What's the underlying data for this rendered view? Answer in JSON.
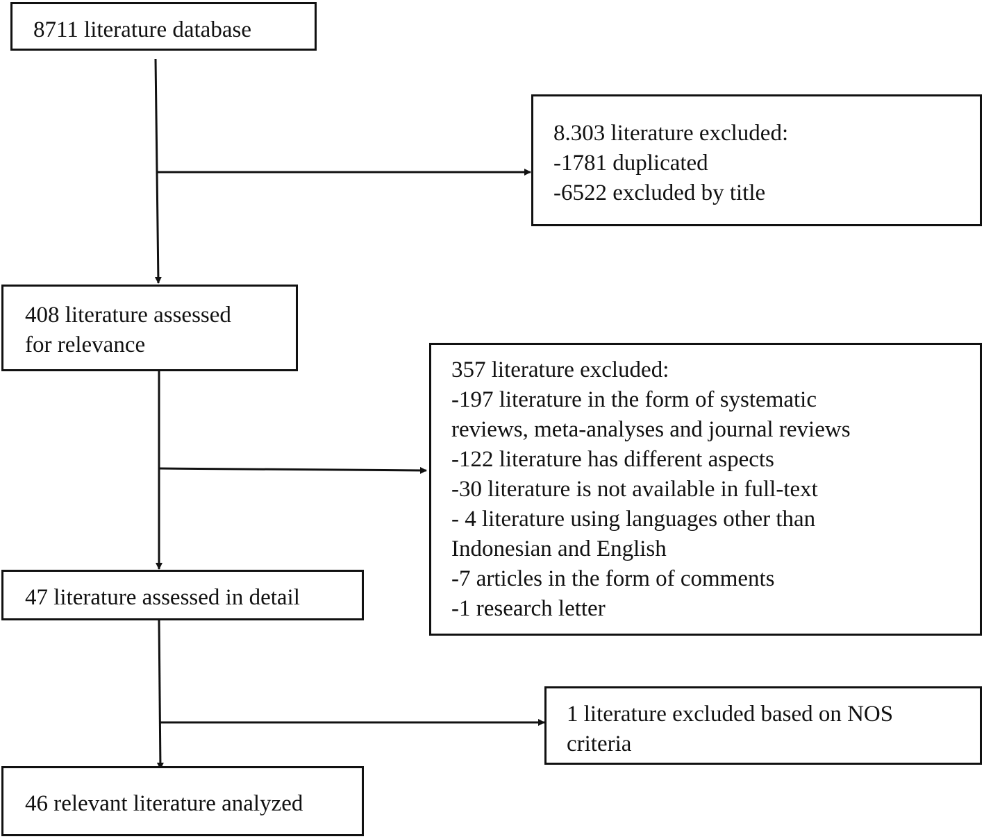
{
  "flowchart": {
    "main_steps": [
      {
        "id": "identified",
        "lines": [
          "8711 literature database"
        ]
      },
      {
        "id": "screened",
        "lines": [
          "408 literature assessed",
          "for relevance"
        ]
      },
      {
        "id": "assessed",
        "lines": [
          "47 literature assessed in detail"
        ]
      },
      {
        "id": "included",
        "lines": [
          "46 relevant literature analyzed"
        ]
      }
    ],
    "exclusions": [
      {
        "id": "excluded-1",
        "lines": [
          "8.303 literature excluded:",
          "-1781 duplicated",
          "-6522 excluded by title"
        ]
      },
      {
        "id": "excluded-2",
        "lines": [
          "357 literature excluded:",
          "-197 literature in the form of systematic",
          "reviews, meta-analyses and journal reviews",
          "-122 literature has different aspects",
          "-30 literature is not available in full-text",
          "- 4 literature using languages other than",
          "Indonesian and English",
          "-7 articles in the form of comments",
          "-1 research letter"
        ]
      },
      {
        "id": "excluded-3",
        "lines": [
          "1 literature excluded based on NOS",
          "criteria"
        ]
      }
    ]
  }
}
